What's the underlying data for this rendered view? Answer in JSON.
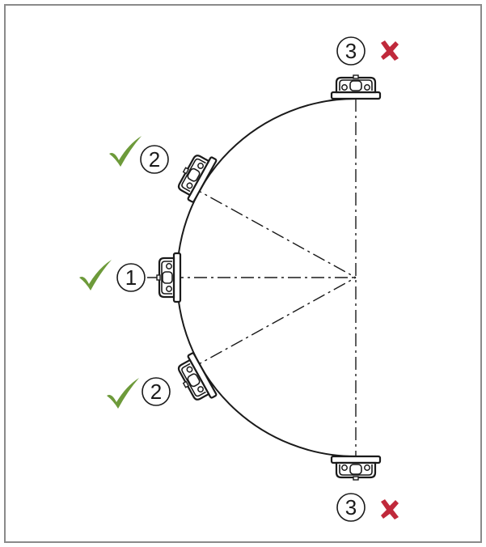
{
  "colors": {
    "check": "#6d9a3a",
    "cross": "#c0293b",
    "line": "#1a1a1a",
    "border": "#8a8a8a"
  },
  "positions": [
    {
      "number": "1",
      "status": "allowed",
      "icon": "checkmark-icon"
    },
    {
      "number": "2",
      "status": "allowed",
      "icon": "checkmark-icon"
    },
    {
      "number": "2",
      "status": "allowed",
      "icon": "checkmark-icon"
    },
    {
      "number": "3",
      "status": "not-allowed",
      "icon": "cross-icon"
    },
    {
      "number": "3",
      "status": "not-allowed",
      "icon": "cross-icon"
    }
  ]
}
